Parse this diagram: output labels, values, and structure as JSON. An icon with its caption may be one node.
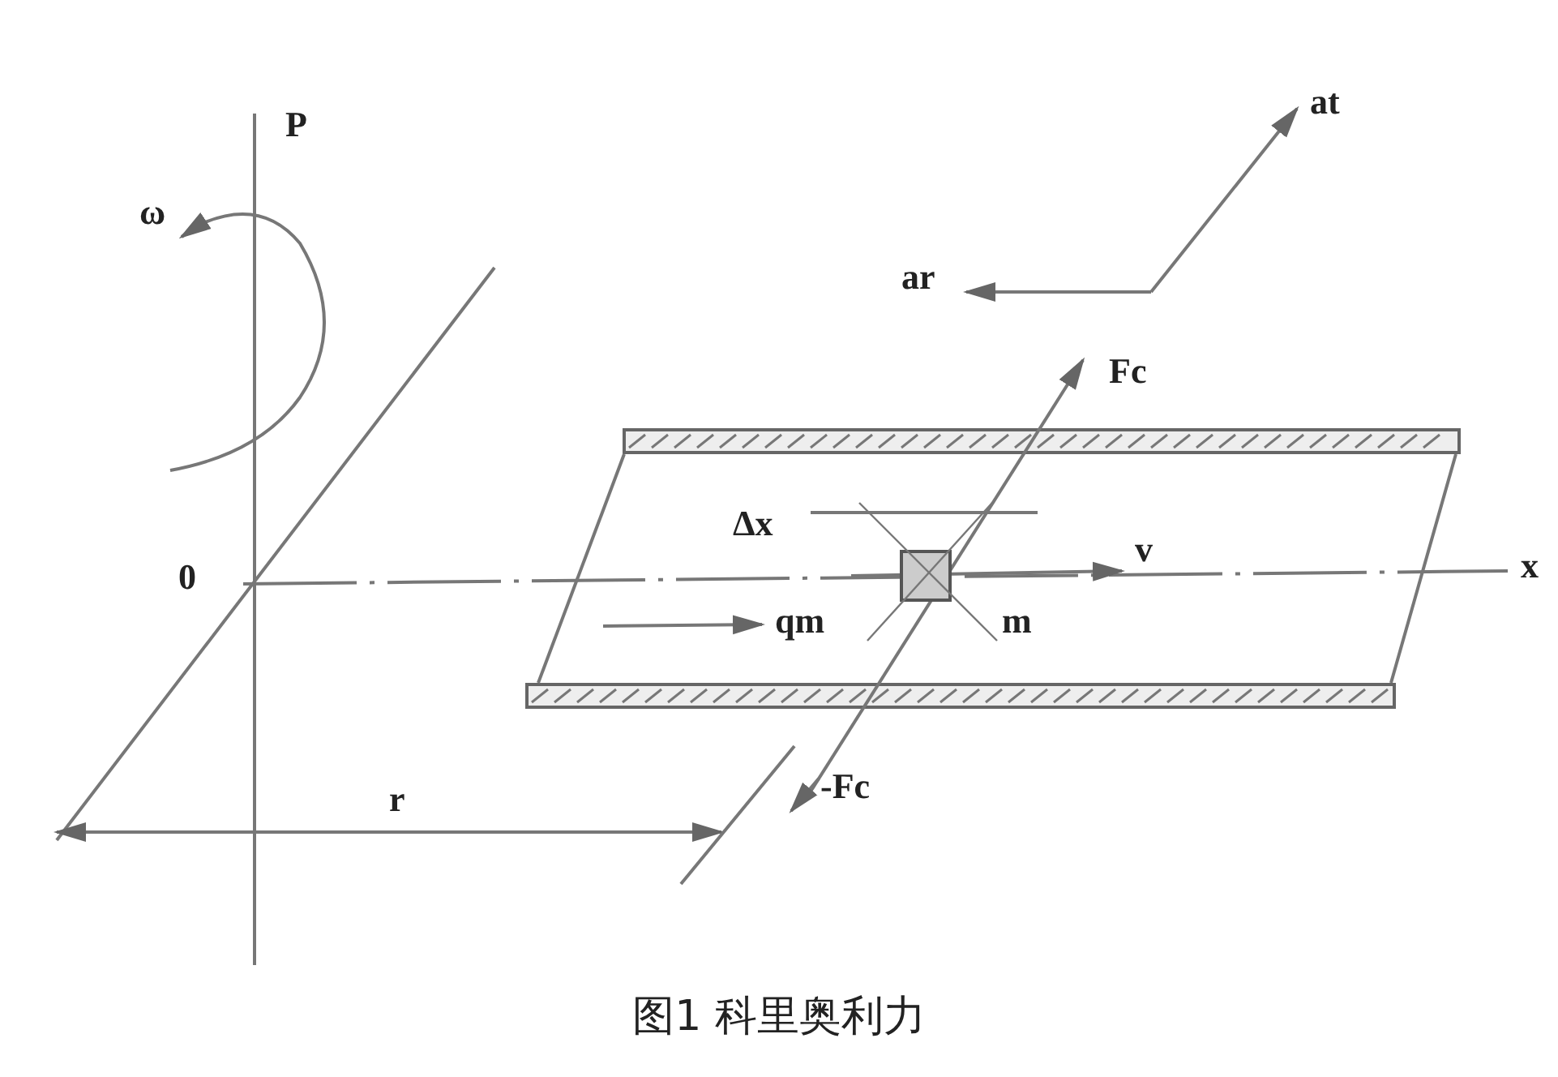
{
  "diagram": {
    "caption": "图1 科里奥利力",
    "labels": [
      "at",
      "P",
      "ω",
      "ar",
      "Fc",
      "Δx",
      "v",
      "0",
      "x",
      "qm",
      "m",
      "-Fc",
      "r"
    ]
  }
}
